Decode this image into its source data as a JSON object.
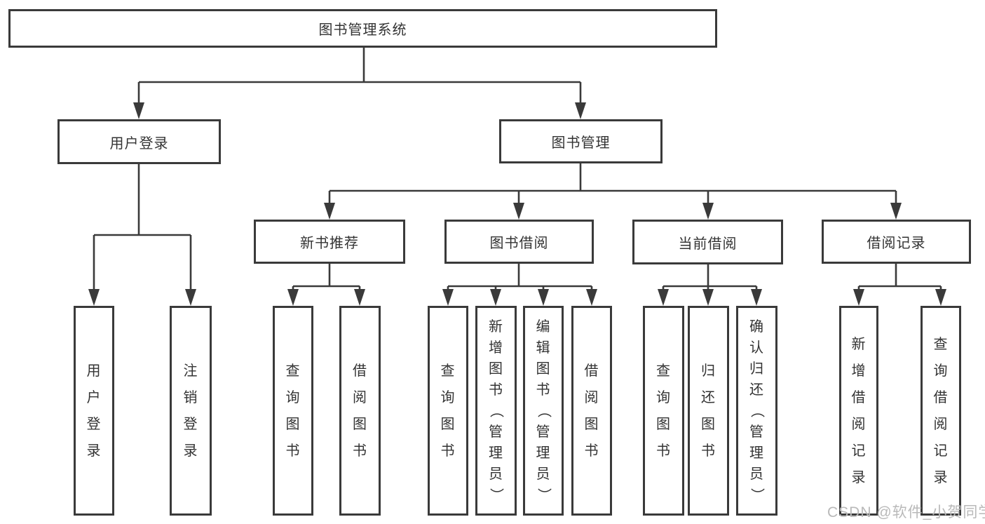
{
  "diagram": {
    "root": {
      "label": "图书管理系统"
    },
    "level2": [
      {
        "id": "user-login",
        "label": "用户登录"
      },
      {
        "id": "book-mgmt",
        "label": "图书管理"
      }
    ],
    "level3": [
      {
        "id": "new-book-rec",
        "label": "新书推荐"
      },
      {
        "id": "book-borrow",
        "label": "图书借阅"
      },
      {
        "id": "current-borrow",
        "label": "当前借阅"
      },
      {
        "id": "borrow-records",
        "label": "借阅记录"
      }
    ],
    "leaves": [
      {
        "id": "user-login-leaf",
        "label": "用户登录"
      },
      {
        "id": "logout-leaf",
        "label": "注销登录"
      },
      {
        "id": "query-books-1",
        "label": "查询图书"
      },
      {
        "id": "borrow-books-1",
        "label": "借阅图书"
      },
      {
        "id": "query-books-2",
        "label": "查询图书"
      },
      {
        "id": "add-book-admin",
        "label": "新增图书（管理员）"
      },
      {
        "id": "edit-book-admin",
        "label": "编辑图书（管理员）"
      },
      {
        "id": "borrow-books-2",
        "label": "借阅图书"
      },
      {
        "id": "query-books-3",
        "label": "查询图书"
      },
      {
        "id": "return-book",
        "label": "归还图书"
      },
      {
        "id": "confirm-return-admin",
        "label": "确认归还（管理员）"
      },
      {
        "id": "add-borrow-record",
        "label": "新增借阅记录"
      },
      {
        "id": "query-borrow-record",
        "label": "查询借阅记录"
      }
    ]
  },
  "watermark": {
    "text": "CSDN @软件_小贺同学"
  },
  "colors": {
    "line": "#3a3a3a",
    "text": "#333333",
    "watermark": "#b9b9b9"
  }
}
